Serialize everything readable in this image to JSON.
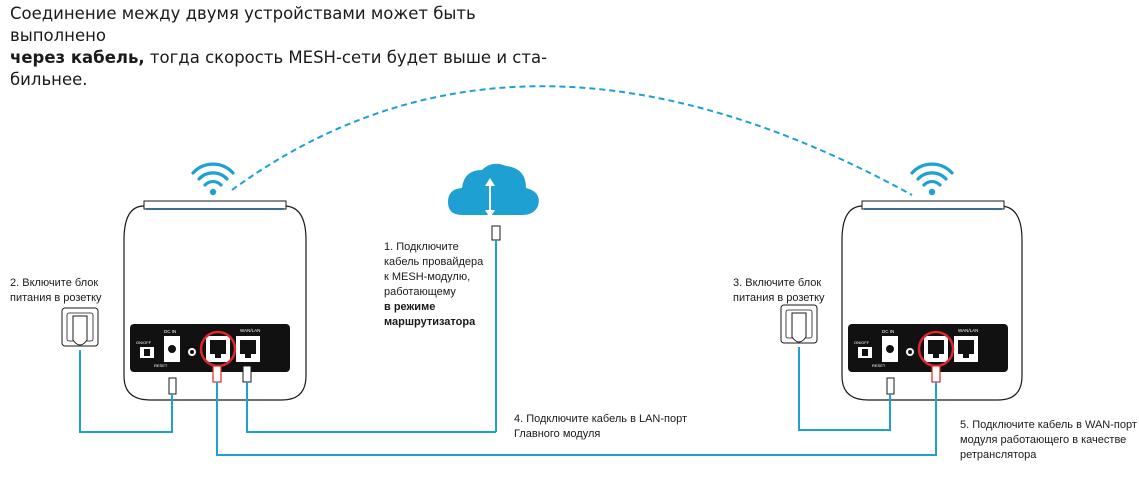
{
  "intro": {
    "line1": "Соединение между двумя устройствами может быть выполнено",
    "line2_bold": "через кабель,",
    "line2_rest": " тогда скорость MESH-сети будет выше и ста-",
    "line3": "бильнее."
  },
  "device_labels": {
    "dc_in": "DC IN",
    "port_label": "WAN/LAN",
    "switch_label": "ON/OFF",
    "reset_label": "RESET"
  },
  "steps": {
    "step1": {
      "line1": "1. Подключите",
      "line2": "кабель провайдера",
      "line3": "к MESH-модулю,",
      "line4": "работающему",
      "bold1": "в режиме",
      "bold2": "маршрутизатора"
    },
    "step2": {
      "line1": "2. Включите блок",
      "line2": "питания в розетку"
    },
    "step3": {
      "line1": "3. Включите блок",
      "line2": "питания в розетку"
    },
    "step4": {
      "line1": "4. Подключите кабель в LAN-порт",
      "line2": "Главного модуля"
    },
    "step5": {
      "line1": "5. Подключите кабель в WAN-порт",
      "line2": "модуля работающего в качестве",
      "line3": "ретранслятора"
    }
  },
  "colors": {
    "cable": "#1ea0d2",
    "highlight": "#e0262b",
    "cloud": "#1ea0d2",
    "device_body": "#ffffff",
    "device_outline": "#1a1a1a",
    "panel": "#111111"
  },
  "icons": [
    "wifi-icon",
    "cloud-icon",
    "power-outlet-icon",
    "ethernet-port-icon",
    "plug-icon"
  ]
}
